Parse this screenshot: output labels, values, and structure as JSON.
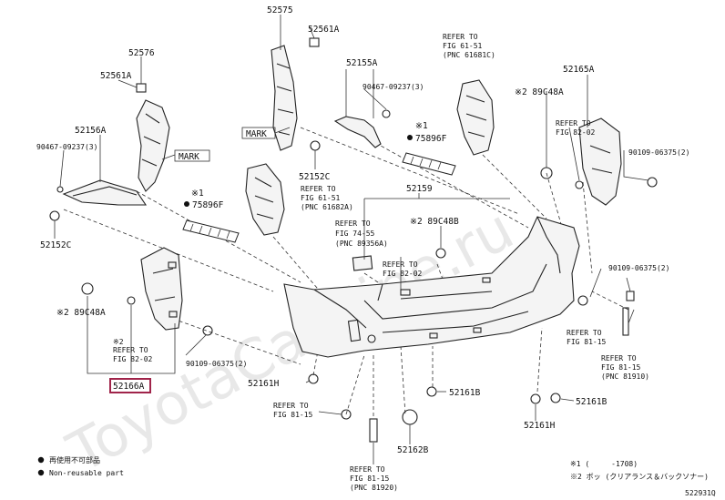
{
  "watermark": "ToyotaCarMine.ru",
  "diagram_code": "522931Q",
  "labels": {
    "p52575": "52575",
    "p52561A_top": "52561A",
    "p52576": "52576",
    "p52561A_left": "52561A",
    "p52156A": "52156A",
    "p90467_left": "90467-09237(3)",
    "mark_left": "MARK",
    "mark_center": "MARK",
    "p52152C_left": "52152C",
    "note1_left": "※1",
    "p75896F_left": "75896F",
    "p52155A": "52155A",
    "p90467_center": "90467-09237(3)",
    "note1_center": "※1",
    "p75896F_center": "75896F",
    "p52152C_center": "52152C",
    "refer_61_51_left_1": "REFER TO",
    "refer_61_51_left_2": "FIG 61-51",
    "refer_61_51_left_3": "(PNC 61682A)",
    "refer_61_51_right_1": "REFER TO",
    "refer_61_51_right_2": "FIG 61-51",
    "refer_61_51_right_3": "(PNC 61681C)",
    "p52165A": "52165A",
    "p89C48A_right": "※2 89C48A",
    "refer_82_02_right_1": "REFER TO",
    "refer_82_02_right_2": "FIG 82-02",
    "p90109_right_top": "90109-06375(2)",
    "p52159": "52159",
    "refer_74_55_1": "REFER TO",
    "refer_74_55_2": "FIG 74-55",
    "refer_74_55_3": "(PNC 89356A)",
    "p89C48B": "※2 89C48B",
    "refer_82_02_center_1": "REFER TO",
    "refer_82_02_center_2": "FIG 82-02",
    "p90109_right_mid": "90109-06375(2)",
    "p89C48A_left": "※2 89C48A",
    "note2_left": "※2",
    "refer_82_02_left_1": "REFER TO",
    "refer_82_02_left_2": "FIG 82-02",
    "p90109_left": "90109-06375(2)",
    "p52166A": "52166A",
    "p52161H": "52161H",
    "refer_81_15_left_1": "REFER TO",
    "refer_81_15_left_2": "FIG 81-15",
    "p52161B_center": "52161B",
    "p52161B_right": "52161B",
    "p52161H_bottom": "52161H",
    "refer_81_15_right_1": "REFER TO",
    "refer_81_15_right_2": "FIG 81-15",
    "refer_81_15_right_b1": "REFER TO",
    "refer_81_15_right_b2": "FIG 81-15",
    "refer_81_15_right_b3": "(PNC 81910)",
    "p52162B": "52162B",
    "refer_81_15_bottom_1": "REFER TO",
    "refer_81_15_bottom_2": "FIG 81-15",
    "refer_81_15_bottom_3": "(PNC 81920)"
  },
  "legend": {
    "item1": "再使用不可部品",
    "item2": "Non-reusable part"
  },
  "notes": {
    "note1": "※1 (　　　-1708)",
    "note2": "※2 ボッ (クリアランス＆バックソナー)"
  }
}
